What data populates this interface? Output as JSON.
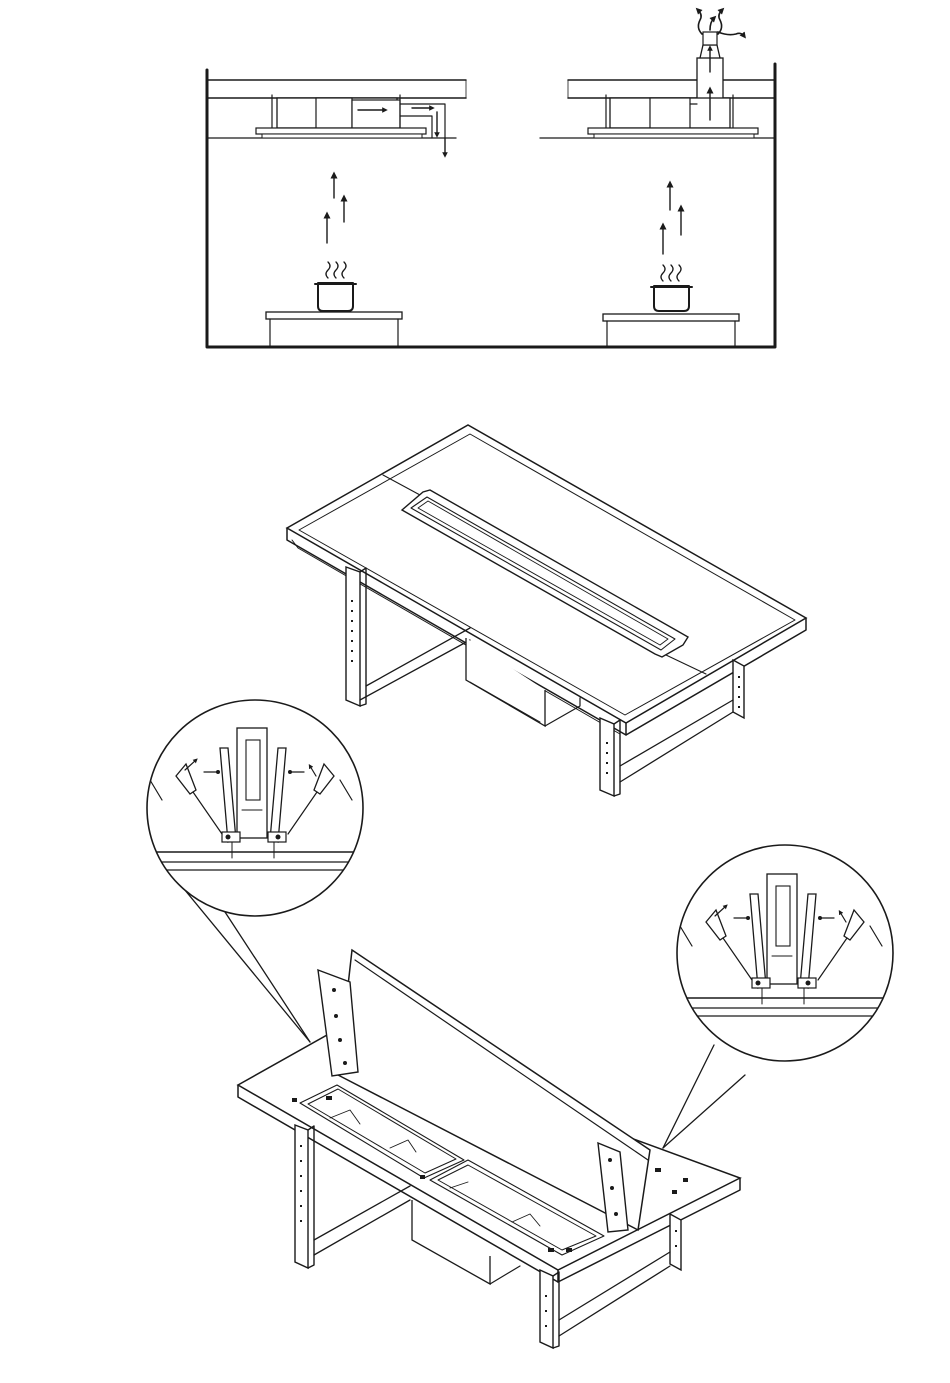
{
  "page": {
    "background": "#ffffff",
    "ink_color": "#1a1a1a"
  },
  "figures": [
    {
      "id": "airflow-comparison",
      "panels": [
        {
          "id": "recirculation",
          "airflow": "recirculated-into-room"
        },
        {
          "id": "extraction",
          "airflow": "ducted-outside"
        }
      ],
      "icons": [
        "steaming-pot-icon",
        "upward-arrow-icon",
        "ceiling-hatch-icon"
      ]
    },
    {
      "id": "island-table-closed",
      "icons": [
        "table-icon",
        "downdraft-vent-slot-icon"
      ]
    },
    {
      "id": "island-table-open",
      "icons": [
        "table-icon",
        "raised-panel-icon",
        "screwdriver-icon"
      ],
      "callouts": [
        {
          "id": "left-hinge-detail"
        },
        {
          "id": "right-hinge-detail"
        }
      ]
    }
  ]
}
